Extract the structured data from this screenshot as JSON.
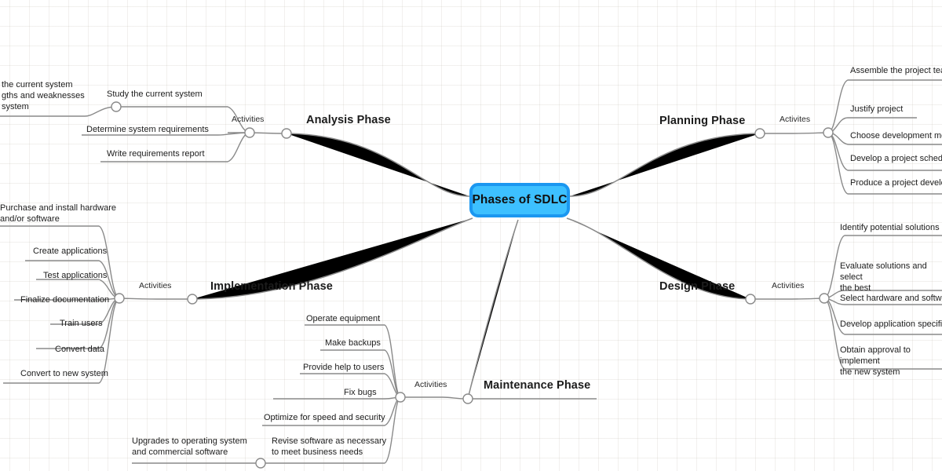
{
  "diagram": {
    "type": "mind-map",
    "title": "Phases of SDLC",
    "relation_label_default": "Activities",
    "colors": {
      "root_fill": "#3dc0ff",
      "root_border": "#1b97f0",
      "branch_line": "#8a8a8a",
      "text": "#1c1c1c",
      "grid": "#b4afa0",
      "canvas": "#ffffff"
    },
    "root": {
      "label": "Phases of SDLC"
    },
    "branches": [
      {
        "id": "analysis",
        "title": "Analysis Phase",
        "relation": "Activities",
        "side": "left",
        "children": [
          {
            "label": "Study the current system"
          },
          {
            "label": "Determine system requirements"
          },
          {
            "label": "Write requirements report"
          }
        ],
        "grandchildren": [
          {
            "parent": "Study the current system",
            "label": "the current system\ngths and weaknesses\nsystem",
            "clipped": true
          }
        ]
      },
      {
        "id": "planning",
        "title": "Planning Phase",
        "relation": "Activites",
        "side": "right",
        "children": [
          {
            "label": "Assemble the project team"
          },
          {
            "label": "Justify project"
          },
          {
            "label": "Choose development meth"
          },
          {
            "label": "Develop a project schedule"
          },
          {
            "label": "Produce a project developr"
          }
        ]
      },
      {
        "id": "design",
        "title": "Design Phase",
        "relation": "Activities",
        "side": "right",
        "children": [
          {
            "label": "Identify potential solutions"
          },
          {
            "label": "Evaluate solutions and select\nthe best"
          },
          {
            "label": "Select hardware and software"
          },
          {
            "label": "Develop application specifica"
          },
          {
            "label": "Obtain approval to implement\nthe new system"
          }
        ]
      },
      {
        "id": "implementation",
        "title": "Implementation Phase",
        "relation": "Activities",
        "side": "left",
        "children": [
          {
            "label": "Purchase and install hardware\nand/or software"
          },
          {
            "label": "Create applications"
          },
          {
            "label": "Test applications"
          },
          {
            "label": "Finalize documentation"
          },
          {
            "label": "Train users"
          },
          {
            "label": "Convert data"
          },
          {
            "label": "Convert to new system"
          }
        ]
      },
      {
        "id": "maintenance",
        "title": "Maintenance Phase",
        "relation": "Activities",
        "side": "bottom",
        "children": [
          {
            "label": "Operate equipment"
          },
          {
            "label": "Make backups"
          },
          {
            "label": "Provide help to users"
          },
          {
            "label": "Fix bugs"
          },
          {
            "label": "Optimize for speed and security"
          },
          {
            "label": "Revise software as necessary\nto meet business needs"
          }
        ],
        "grandchildren": [
          {
            "parent": "Revise software as necessary to meet business needs",
            "label": "Upgrades to operating system\nand commercial software"
          }
        ]
      }
    ]
  }
}
